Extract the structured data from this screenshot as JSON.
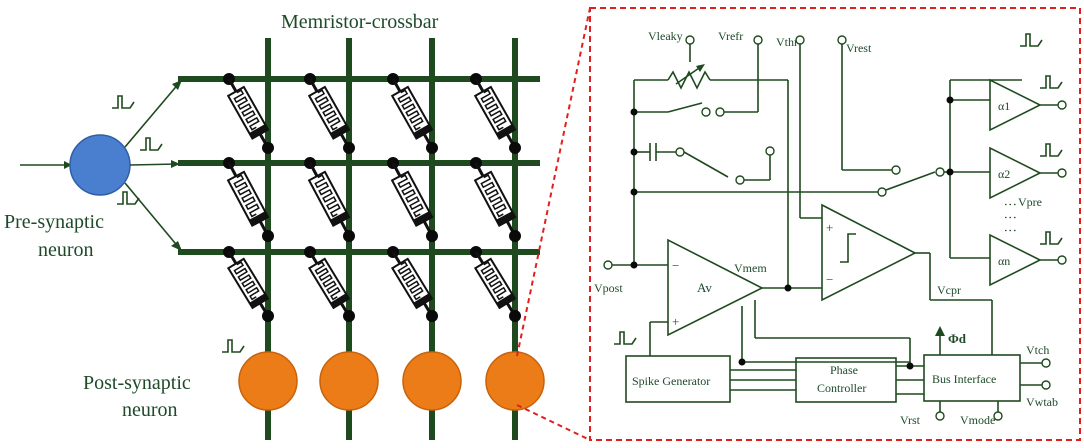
{
  "crossbar": {
    "title": "Memristor-crossbar",
    "pre_neuron_label_line1": "Pre-synaptic",
    "pre_neuron_label_line2": "neuron",
    "post_neuron_label_line1": "Post-synaptic",
    "post_neuron_label_line2": "neuron"
  },
  "circuit": {
    "vleaky": "Vleaky",
    "vrefr": "Vrefr",
    "vthr": "Vthr",
    "vrest": "Vrest",
    "vpost": "Vpost",
    "vmem": "Vmem",
    "av": "Av",
    "vcpr": "Vcpr",
    "phi_d": "Φd",
    "spike_generator": "Spike Generator",
    "phase_controller_line1": "Phase",
    "phase_controller_line2": "Controller",
    "bus_interface": "Bus Interface",
    "vtch": "Vtch",
    "vwtab": "Vwtab",
    "vrst": "Vrst",
    "vmode": "Vmode",
    "alpha1": "α1",
    "alpha2": "α2",
    "alphan": "αn",
    "vpre": "Vpre",
    "dots": "⋮⋮⋮"
  },
  "colors": {
    "pre_neuron": "#4a7fd0",
    "post_neuron": "#ec7c17",
    "wire": "#1f4a1f",
    "dashed_border": "#e0201e"
  }
}
